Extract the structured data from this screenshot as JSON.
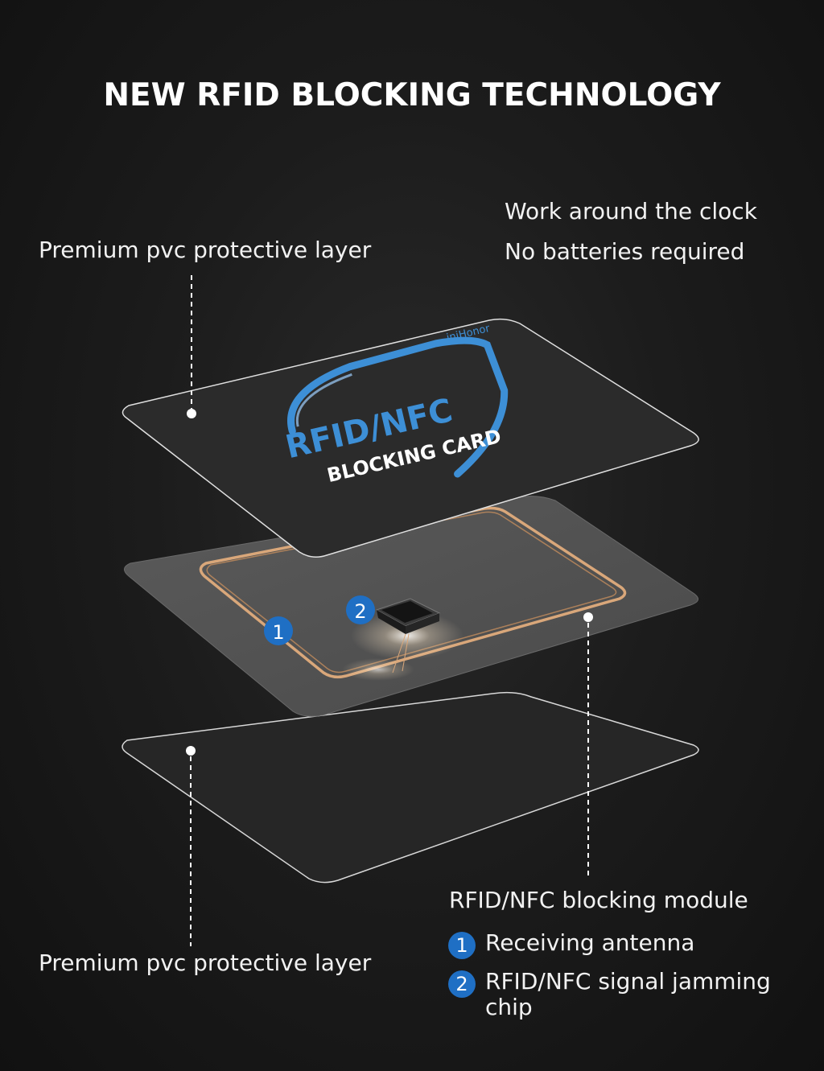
{
  "title": "NEW RFID BLOCKING TECHNOLOGY",
  "labels": {
    "top_left": "Premium pvc protective layer",
    "top_right_1": "Work around the clock",
    "top_right_2": "No batteries required",
    "bottom_left": "Premium pvc protective layer",
    "module_title": "RFID/NFC blocking module"
  },
  "legend": [
    {
      "number": "1",
      "text": "Receiving antenna"
    },
    {
      "number": "2",
      "text": "RFID/NFC signal jamming chip"
    }
  ],
  "card": {
    "brand": "iniHonor",
    "line1": "RFID/NFC",
    "line2": "BLOCKING CARD"
  },
  "markers": {
    "antenna": "1",
    "chip": "2"
  },
  "colors": {
    "accent_blue": "#1f6fc4",
    "logo_blue": "#3d8fd6",
    "antenna_copper": "#d9a77a"
  }
}
